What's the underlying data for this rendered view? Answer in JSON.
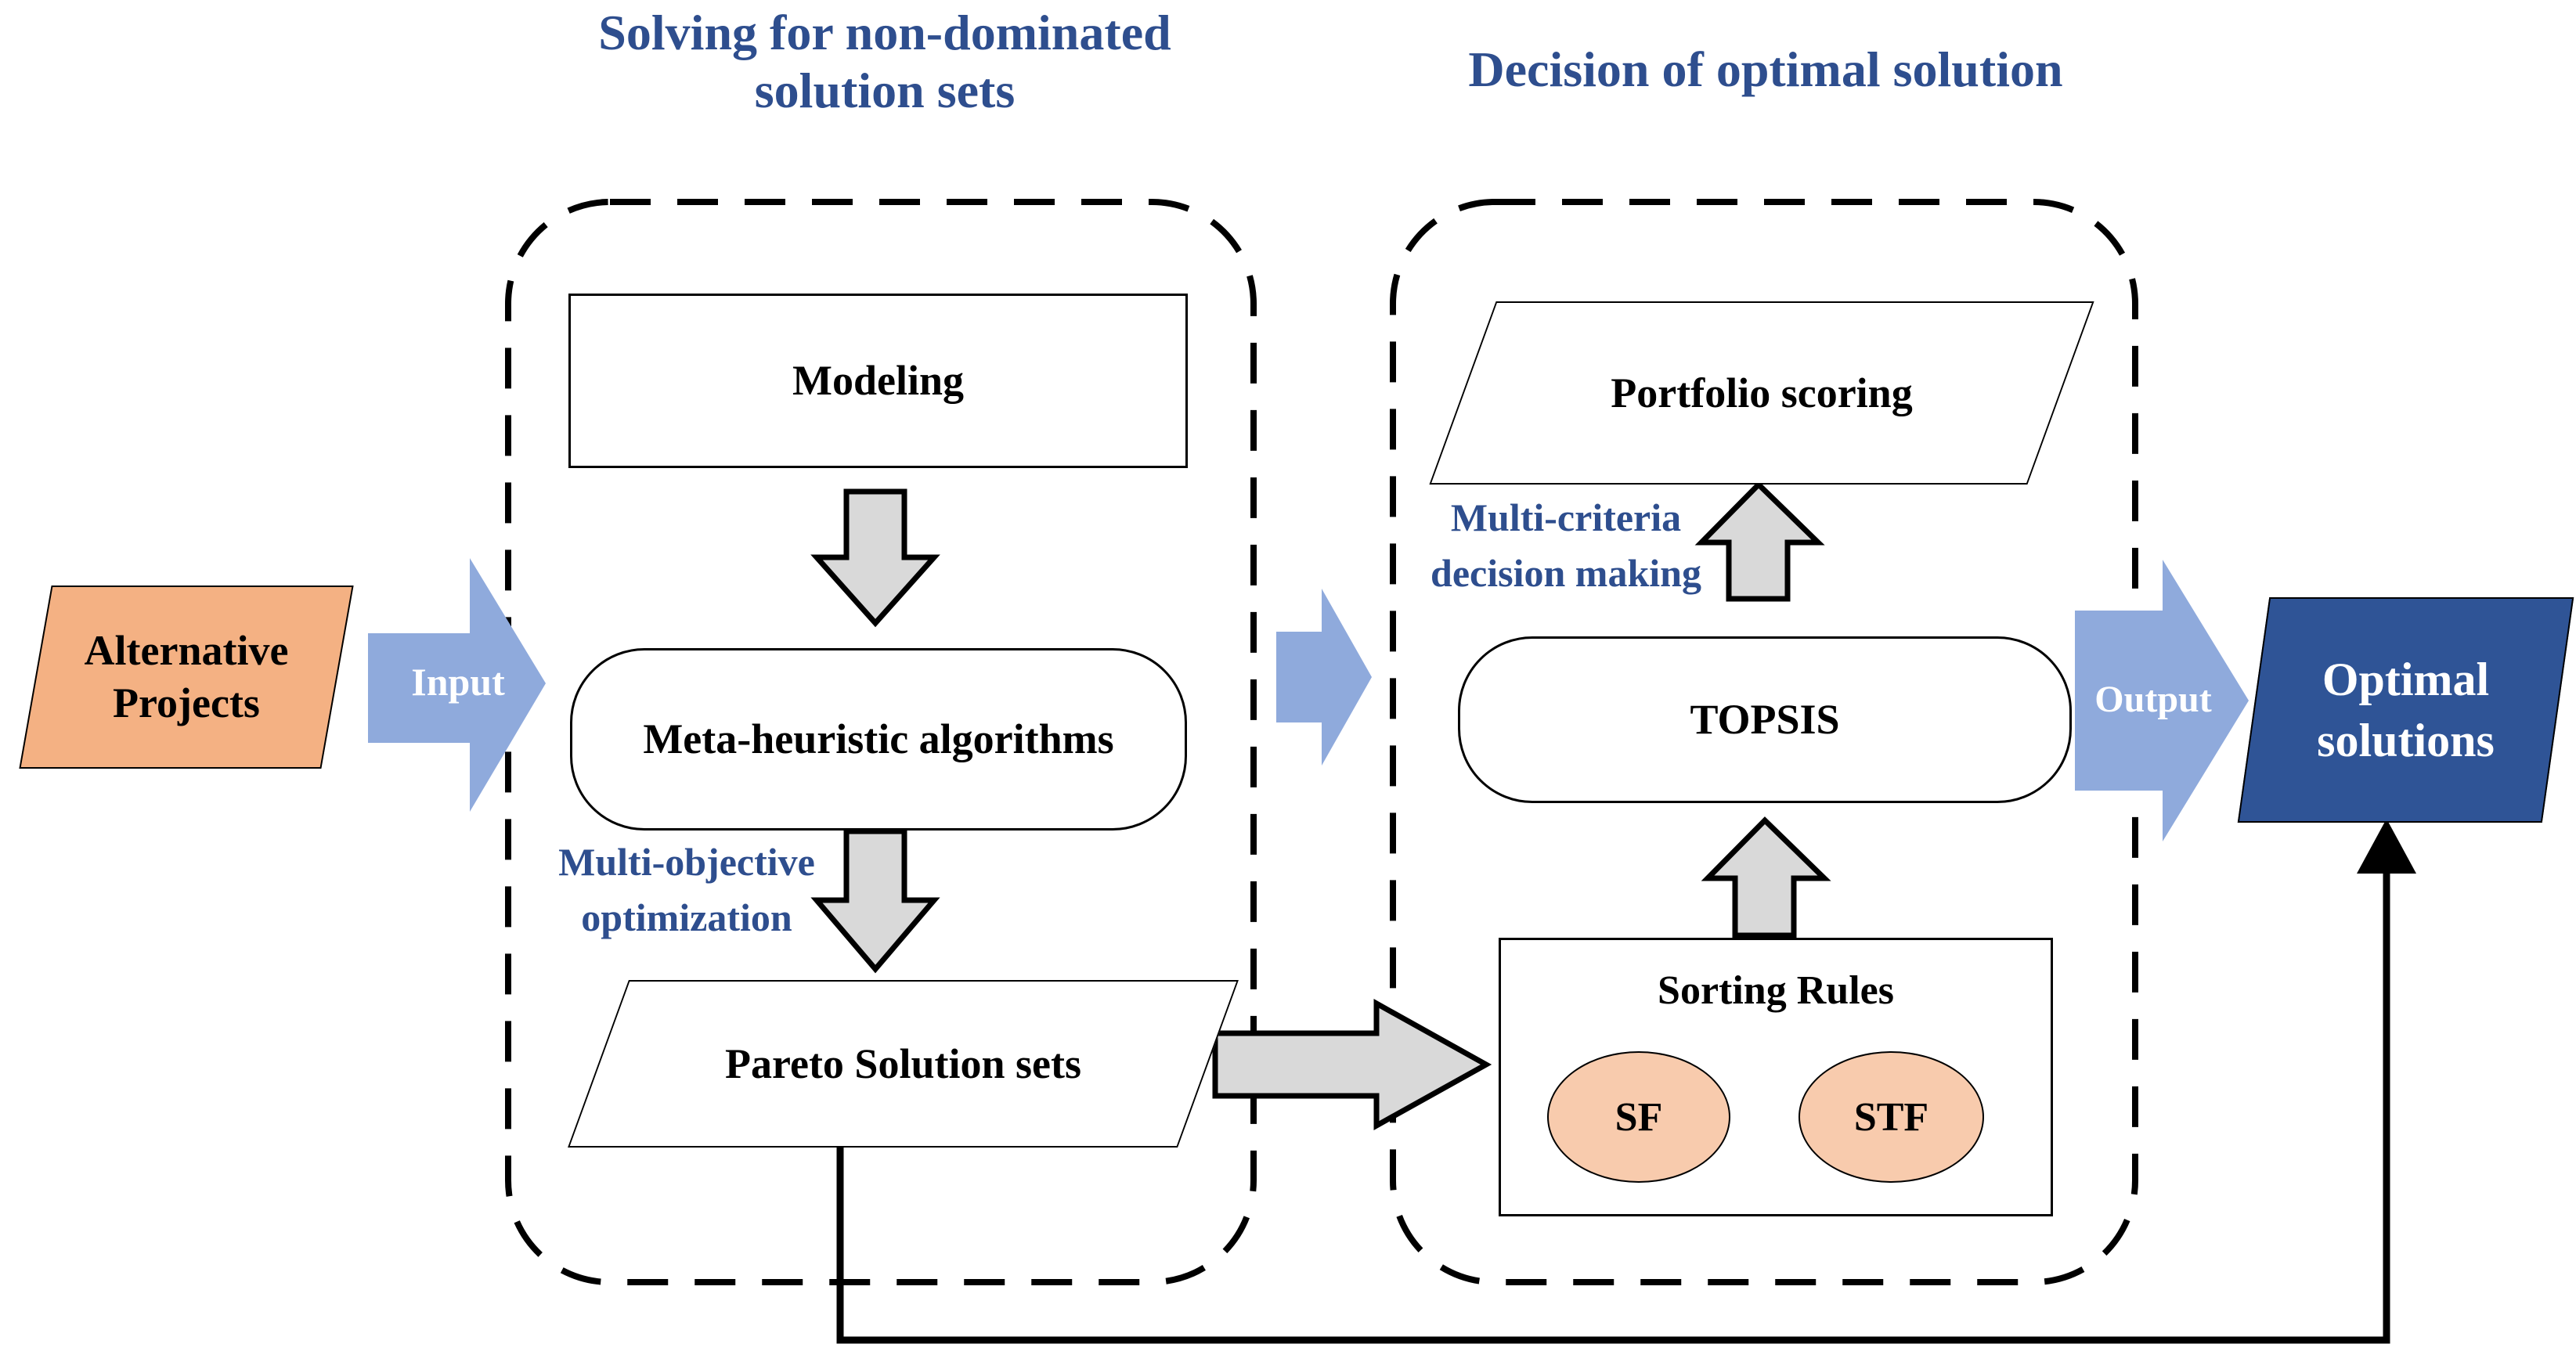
{
  "colors": {
    "accent_blue_text": "#2E4E8E",
    "arrow_blue": "#8FAADC",
    "optimal_fill": "#2F5496",
    "peach_fill": "#F4B183",
    "peach_light_fill": "#F8CBAD",
    "gray_arrow_fill": "#D9D9D9"
  },
  "left_section": {
    "title_line1": "Solving for non-dominated",
    "title_line2": "solution sets",
    "modeling_label": "Modeling",
    "meta_label": "Meta-heuristic algorithms",
    "pareto_label": "Pareto Solution sets",
    "mo_line1": "Multi-objective",
    "mo_line2": "optimization"
  },
  "right_section": {
    "title": "Decision of optimal solution",
    "portfolio_label": "Portfolio scoring",
    "topsis_label": "TOPSIS",
    "mcdm_line1": "Multi-criteria",
    "mcdm_line2": "decision making",
    "sorting_title": "Sorting Rules",
    "sf_label": "SF",
    "stf_label": "STF"
  },
  "io": {
    "alt_line1": "Alternative",
    "alt_line2": "Projects",
    "input_label": "Input",
    "output_label": "Output",
    "optimal_line1": "Optimal",
    "optimal_line2": "solutions"
  }
}
